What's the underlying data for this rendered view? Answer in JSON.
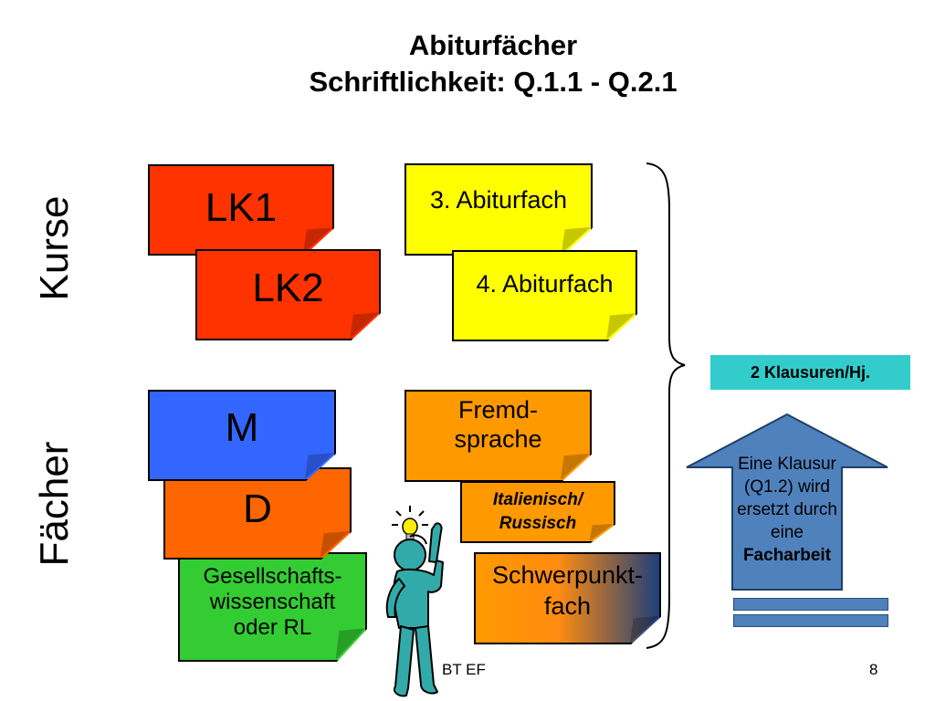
{
  "title": {
    "line1": "Abiturfächer",
    "line2": "Schriftlichkeit: Q.1.1 - Q.2.1"
  },
  "side_labels": {
    "kurse": "Kurse",
    "faecher": "Fächer"
  },
  "notes": {
    "lk1": "LK1",
    "lk2": "LK2",
    "abi3": "3. Abiturfach",
    "abi4": "4. Abiturfach",
    "m": "M",
    "d": "D",
    "gesellschaft": [
      "Gesellschafts-",
      "wissenschaft",
      "oder RL"
    ],
    "fremd": [
      "Fremd-",
      "sprache"
    ],
    "ital": [
      "Italienisch/",
      "Russisch"
    ],
    "schwer": [
      "Schwerpunkt-",
      "fach"
    ]
  },
  "badge": "2 Klausuren/Hj.",
  "arrow_box": {
    "lines": [
      "Eine Klausur",
      "(Q1.2) wird",
      "ersetzt durch",
      "eine"
    ],
    "bold": "Facharbeit"
  },
  "footer": {
    "left": "BT EF",
    "page": "8"
  },
  "colors": {
    "red": "#ff3300",
    "yellow": "#ffff00",
    "blue": "#3366ff",
    "orange": "#ff9900",
    "green": "#33cc33",
    "teal": "#33cccc",
    "arrow_blue": "#4f81bd",
    "figure": "#33aaaa"
  },
  "icons": [
    "lightbulb-icon",
    "thinking-person-icon",
    "curly-brace-icon"
  ]
}
